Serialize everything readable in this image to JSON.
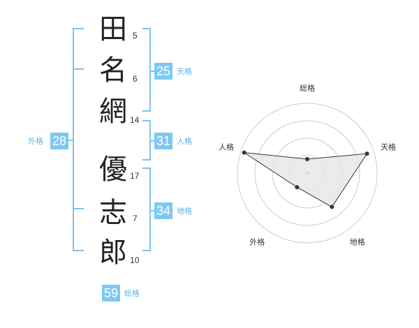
{
  "name": {
    "characters": [
      {
        "char": "田",
        "strokes": "5"
      },
      {
        "char": "名",
        "strokes": "6"
      },
      {
        "char": "網",
        "strokes": "14"
      },
      {
        "char": "優",
        "strokes": "17"
      },
      {
        "char": "志",
        "strokes": "7"
      },
      {
        "char": "郎",
        "strokes": "10"
      }
    ]
  },
  "kakusu": {
    "tenkaku": {
      "value": "25",
      "label": "天格"
    },
    "jinkaku": {
      "value": "31",
      "label": "人格"
    },
    "chikaku": {
      "value": "34",
      "label": "地格"
    },
    "gaikaku": {
      "value": "28",
      "label": "外格"
    },
    "soukaku": {
      "value": "59",
      "label": "総格"
    }
  },
  "radar": {
    "axes": [
      "総格",
      "天格",
      "地格",
      "外格",
      "人格"
    ],
    "levels": 4,
    "scores": [
      0.2,
      0.9,
      0.6,
      0.25,
      0.95
    ],
    "colors": {
      "grid": "#cccccc",
      "fill": "#e6e6e6",
      "stroke": "#333333",
      "point": "#333333"
    }
  },
  "colors": {
    "bracket": "#7cc3ef",
    "badge": "#7cc8f4"
  }
}
